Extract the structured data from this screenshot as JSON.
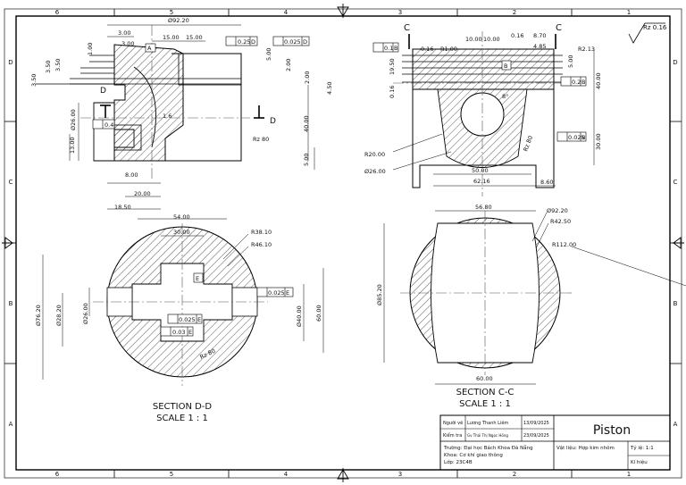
{
  "sheet": {
    "zones_top": [
      "6",
      "5",
      "4",
      "3",
      "2",
      "1"
    ],
    "zones_bottom": [
      "6",
      "5",
      "4",
      "3",
      "2",
      "1"
    ],
    "zones_left": [
      "D",
      "C",
      "B",
      "A"
    ],
    "zones_right": [
      "D",
      "C",
      "B",
      "A"
    ],
    "surface_finish": "Rz 0.16"
  },
  "section_dd_side": {
    "dims": {
      "d1": "Ø92.20",
      "d2": "3.00",
      "d3": "15.00",
      "d4": "15.00",
      "d5": "3.00",
      "d6": "1.00",
      "d7": "3.50",
      "d8": "3.50",
      "d9": "3.50",
      "d10": "Ø26.00",
      "d11": "13.00",
      "d12": "8.00",
      "d13": "20.00",
      "d14": "18.50",
      "d15": "1.6",
      "d16": "5.00",
      "d17": "2.00",
      "d18": "2.00",
      "d19": "4.50",
      "d20": "40.00",
      "d21": "5.00"
    },
    "tol1": "0.25",
    "tol1_ref": "D",
    "tol2": "0.025",
    "tol2_ref": "D",
    "tol3": "0.4",
    "datum_a": "A",
    "cut_a": "D",
    "cut_b": "D",
    "rz": "Rz 80"
  },
  "section_cc_side": {
    "dims": {
      "d1": "10.00",
      "d2": "10.00",
      "d3": "0.16",
      "d4": "8.70",
      "d5": "4.85",
      "d6": "R2.13",
      "d7": "0.16",
      "d8": "R1.00",
      "d9": "19.50",
      "d10": "0.16",
      "d11": "5.00",
      "d12": "40.00",
      "d13": "30.00",
      "d14": "50.00",
      "d15": "62.16",
      "d16": "8.60",
      "d17": "R20.00",
      "d18": "Ø26.00",
      "d19": "8°",
      "d20": "Rz 80"
    },
    "tol1": "0.1",
    "tol1_ref": "B",
    "tol2": "0.2",
    "tol2_ref": "B",
    "tol3": "0.025",
    "tol3_ref": "B",
    "datum_b": "B",
    "cut_a": "C",
    "cut_b": "C"
  },
  "section_dd_bottom": {
    "dims": {
      "d1": "54.00",
      "d2": "30.00",
      "d3": "R38.10",
      "d4": "R46.10",
      "d5": "Ø76.20",
      "d6": "Ø28.20",
      "d7": "Ø26.00",
      "d8": "Ø40.00",
      "d9": "60.00"
    },
    "tol1": "0.025",
    "tol1_ref": "E",
    "tol2": "0.025",
    "tol2_ref": "E",
    "tol3": "0.03",
    "tol3_ref": "E",
    "datum_e": "E",
    "rz": "Rz 80",
    "title": "SECTION D-D",
    "scale": "SCALE 1 : 1"
  },
  "section_cc_bottom": {
    "dims": {
      "d1": "56.80",
      "d2": "Ø92.20",
      "d3": "R42.50",
      "d4": "R112.00",
      "d5": "Ø85.20",
      "d6": "60.00"
    },
    "title": "SECTION C-C",
    "scale": "SCALE 1 : 1"
  },
  "title_block": {
    "row1_label": "Người vẽ",
    "row1_name": "Lương Thanh Liêm",
    "row1_date": "13/09/2025",
    "row2_label": "Kiểm tra",
    "row2_name": "Gv Thái Thị Ngọc Hồng",
    "row2_date": "23/09/2025",
    "school": "Trường: Đại học Bách Khoa Đà Nẵng",
    "faculty": "Khoa: Cơ khí giao thông",
    "class": "Lớp: 23C4B",
    "part_name": "Piston",
    "material": "Vật liệu: Hợp kim nhôm",
    "scale": "Tỷ lệ: 1:1",
    "code": "Kí hiệu"
  }
}
